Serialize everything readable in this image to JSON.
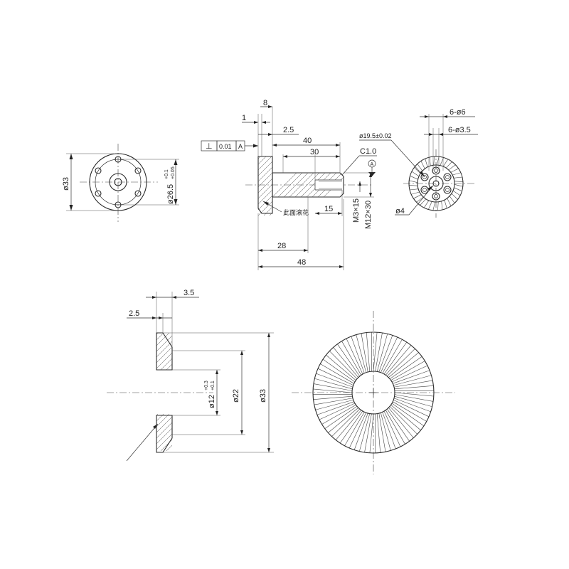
{
  "tolerance_frame": {
    "symbol": "⊥",
    "value": "0.01",
    "datum": "A"
  },
  "datum_symbol": "A",
  "note_cn": "此面滚花",
  "front_view": {
    "dims": {
      "outer_dia": "ø33",
      "pcd": "ø26.5",
      "pcd_tol_upper": "+0.1",
      "pcd_tol_lower": "+0.05"
    }
  },
  "side_view": {
    "dims": {
      "d_1": "1",
      "d_8": "8",
      "d_2_5": "2.5",
      "d_40": "40",
      "d_30": "30",
      "d_15": "15",
      "d_28": "28",
      "d_48": "48",
      "chamfer": "C1.0",
      "thread_small": "M3×15",
      "thread_large": "M12×30"
    }
  },
  "end_view": {
    "dims": {
      "holes_big": "6-ø6",
      "holes_small": "6-ø3.5",
      "pcd": "ø19.5±0.02",
      "dia_4": "ø4"
    }
  },
  "washer_section": {
    "dims": {
      "d_3_5": "3.5",
      "d_2_5": "2.5",
      "inner": "ø12",
      "inner_tol_upper": "+0.3",
      "inner_tol_lower": "+0.1",
      "d_22": "ø22",
      "d_33": "ø33"
    }
  },
  "washer_face": {
    "knurl_lines": 72
  }
}
